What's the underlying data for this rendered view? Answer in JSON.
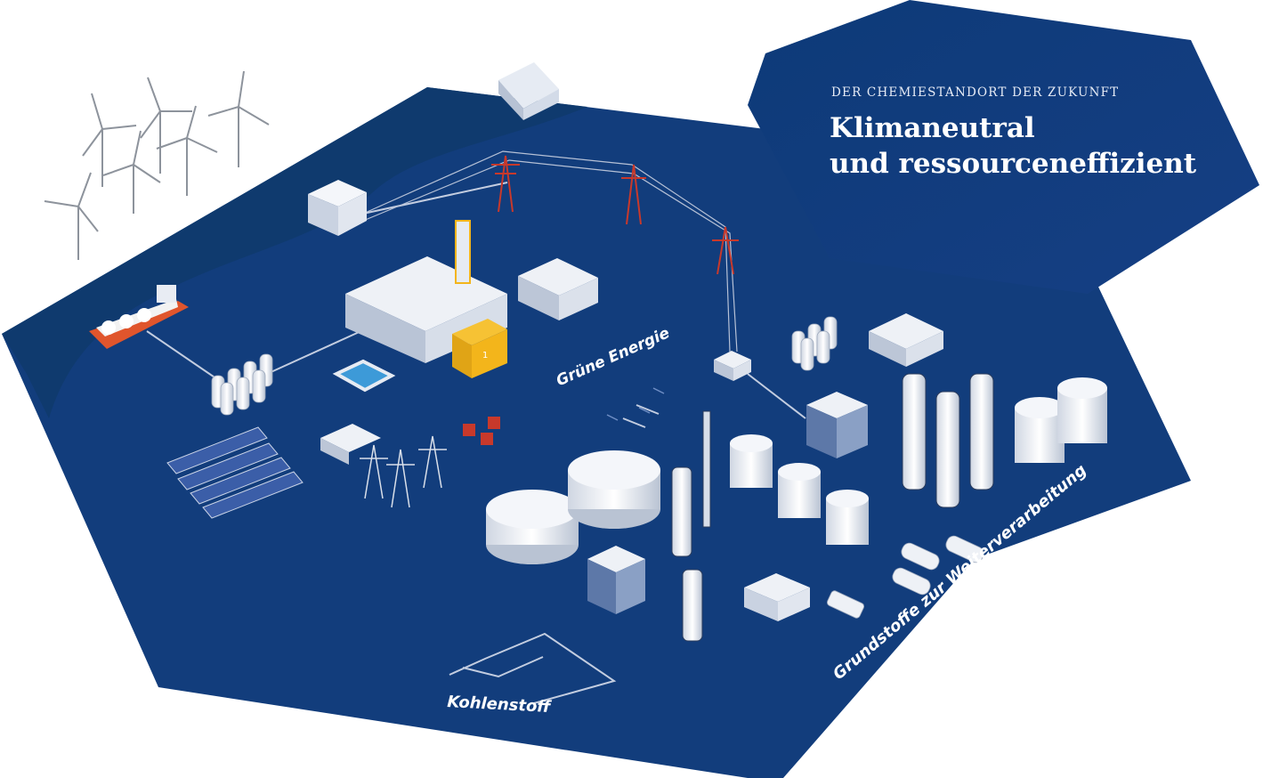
{
  "header": {
    "kicker": "DER CHEMIESTANDORT DER ZUKUNFT",
    "title_line1": "Klimaneutral",
    "title_line2": "und ressourceneffizient"
  },
  "labels": {
    "green_energy": "Grüne Energie",
    "carbon": "Kohlenstoff",
    "basic_materials": "Grundstoffe zur Weiterverarbeitung"
  },
  "facility_sign": "1",
  "colors": {
    "panel_blue": "#123d7c",
    "water_blue": "#0f3a6e",
    "accent_yellow": "#f3b51b",
    "pylon_red": "#c8392b",
    "ship_orange": "#e0552c"
  }
}
